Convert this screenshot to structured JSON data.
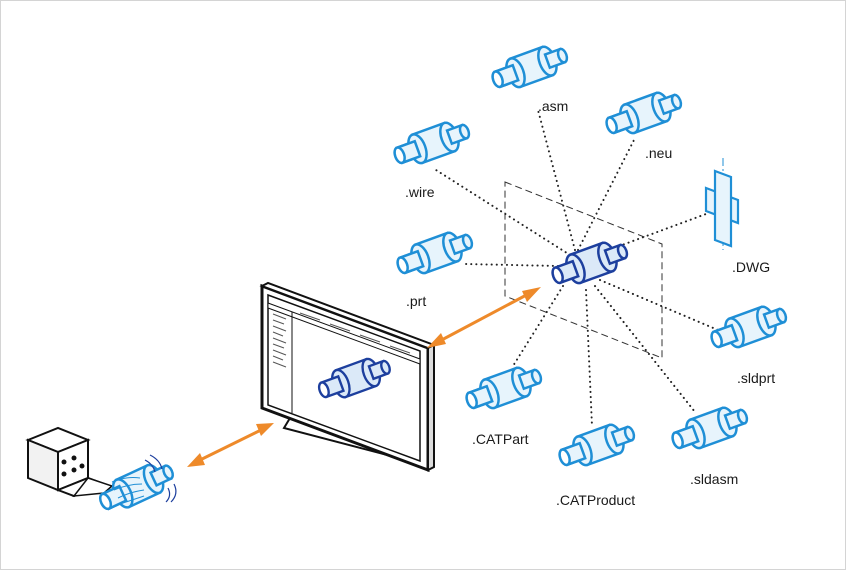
{
  "diagram": {
    "colors": {
      "part_stroke": "#1f8fd6",
      "part_fill": "#e7f4fc",
      "central_stroke": "#1d3f9e",
      "central_fill": "#dbe9f8",
      "arrow": "#ee8a2a",
      "connector": "#222222"
    },
    "formats": [
      {
        "label": ".asm",
        "icon": "cylinder-part-icon"
      },
      {
        "label": ".neu",
        "icon": "cylinder-part-icon"
      },
      {
        "label": ".wire",
        "icon": "cylinder-part-icon"
      },
      {
        "label": ".DWG",
        "icon": "drawing-sheet-icon"
      },
      {
        "label": ".prt",
        "icon": "cylinder-part-icon"
      },
      {
        "label": ".sldprt",
        "icon": "cylinder-part-icon"
      },
      {
        "label": ".CATPart",
        "icon": "cylinder-part-icon"
      },
      {
        "label": ".sldasm",
        "icon": "cylinder-part-icon"
      },
      {
        "label": ".CATProduct",
        "icon": "cylinder-part-icon"
      }
    ],
    "central_icon": "neutral-cad-model-icon",
    "monitor_icon": "cad-viewer-monitor-icon",
    "machine_icon": "cnc-machine-icon",
    "machined_part_icon": "machined-part-icon"
  }
}
